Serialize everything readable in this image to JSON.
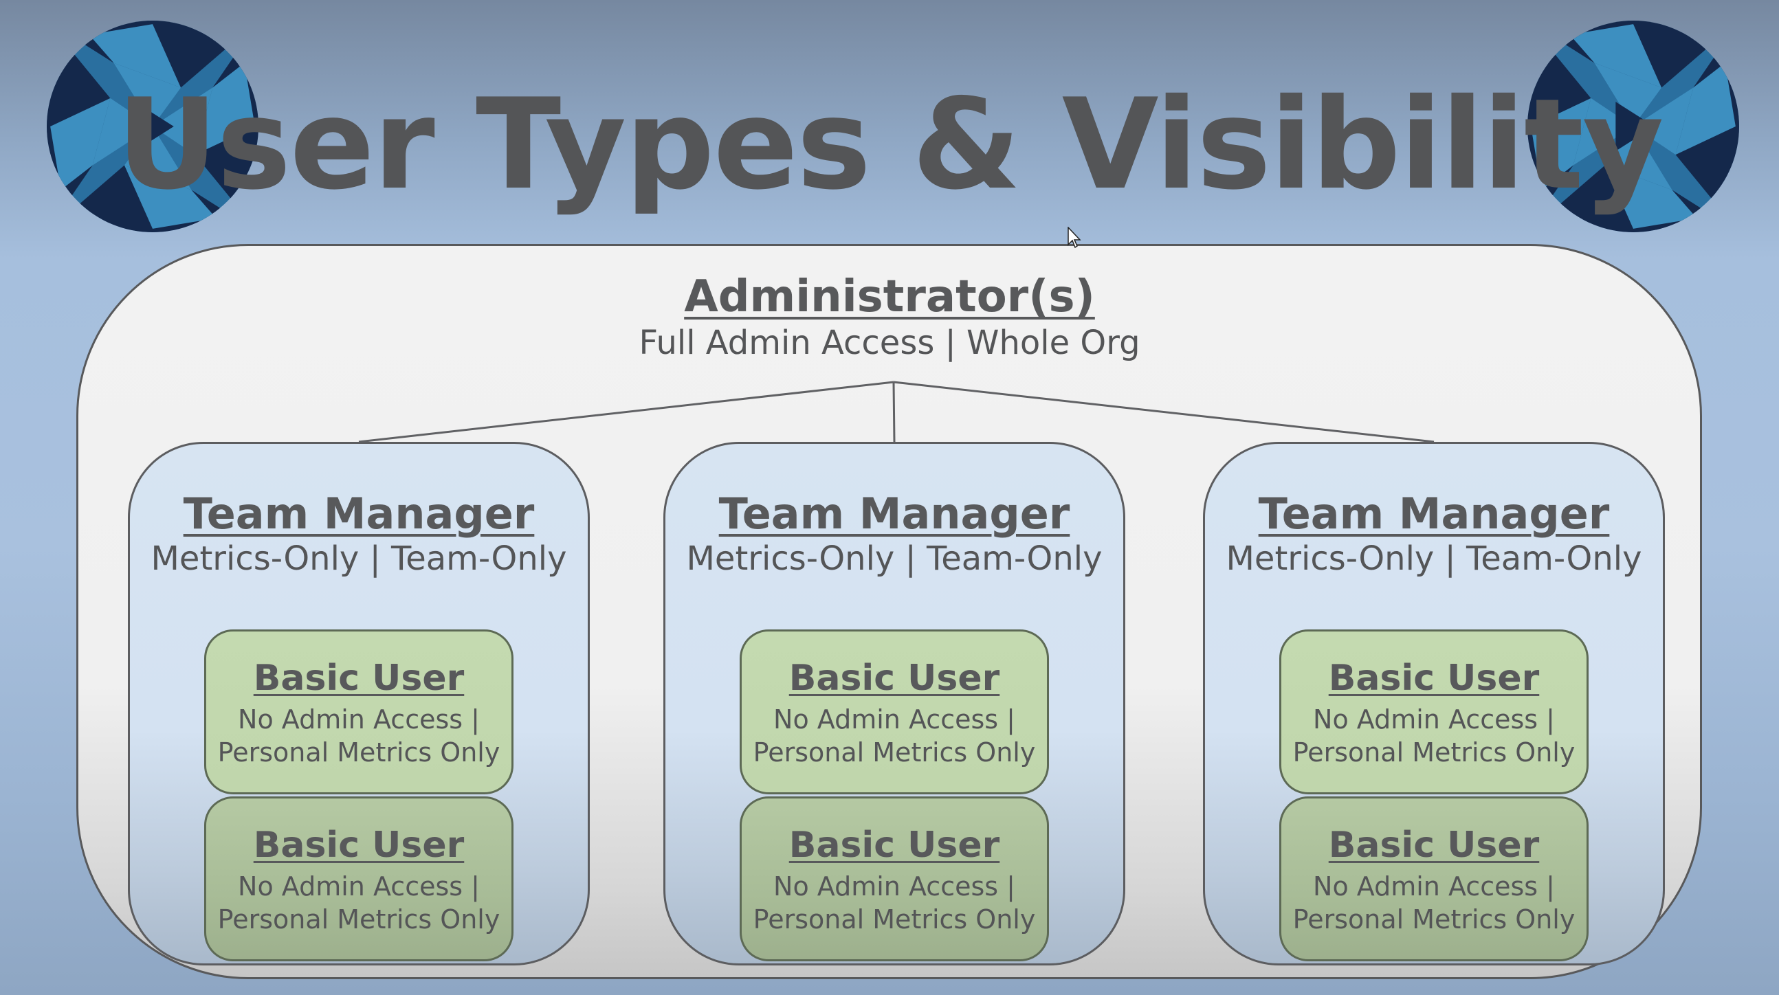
{
  "slide": {
    "title": "User Types & Visibility"
  },
  "admin": {
    "title": "Administrator(s)",
    "description": "Full Admin Access | Whole Org"
  },
  "teams": [
    {
      "title": "Team Manager",
      "description": "Metrics-Only | Team-Only",
      "users": [
        {
          "title": "Basic User",
          "line1": "No Admin Access |",
          "line2": "Personal Metrics Only"
        },
        {
          "title": "Basic User",
          "line1": "No Admin Access |",
          "line2": "Personal Metrics Only"
        }
      ]
    },
    {
      "title": "Team Manager",
      "description": "Metrics-Only | Team-Only",
      "users": [
        {
          "title": "Basic User",
          "line1": "No Admin Access |",
          "line2": "Personal Metrics Only"
        },
        {
          "title": "Basic User",
          "line1": "No Admin Access |",
          "line2": "Personal Metrics Only"
        }
      ]
    },
    {
      "title": "Team Manager",
      "description": "Metrics-Only | Team-Only",
      "users": [
        {
          "title": "Basic User",
          "line1": "No Admin Access |",
          "line2": "Personal Metrics Only"
        },
        {
          "title": "Basic User",
          "line1": "No Admin Access |",
          "line2": "Personal Metrics Only"
        }
      ]
    }
  ],
  "logos": {
    "icon": "aperture-play-logo-icon",
    "dark_color": "#14284b",
    "light_color": "#3d8fc0",
    "mid_color": "#2a6f9f"
  },
  "colors": {
    "title_text": "#545557",
    "team_box": "#d4e2f2",
    "user_box": "#c0d6ac",
    "frame_stroke": "#58595b"
  }
}
